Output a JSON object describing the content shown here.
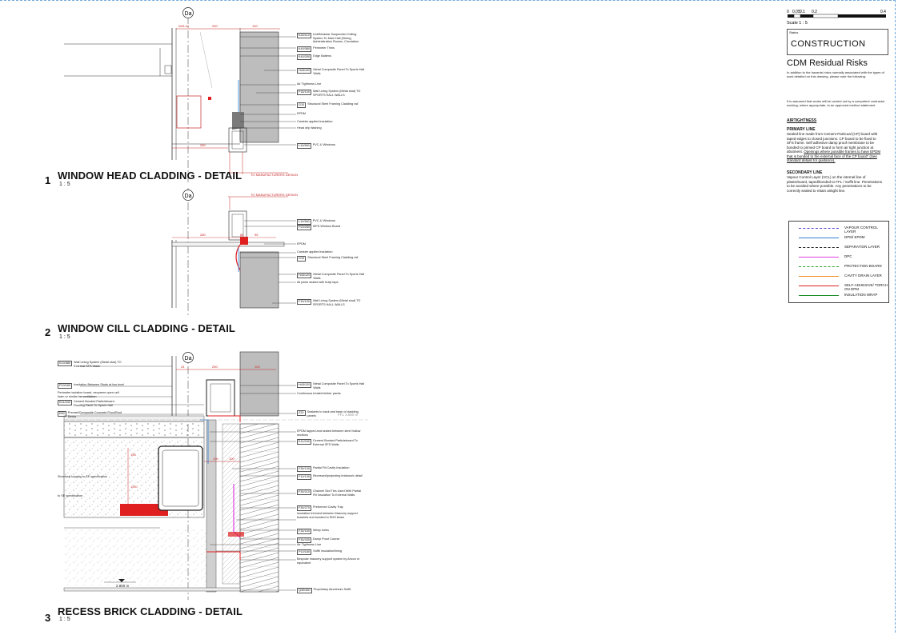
{
  "details": [
    {
      "number": "1",
      "title": "WINDOW HEAD CLADDING - DETAIL",
      "scale": "1 : 5"
    },
    {
      "number": "2",
      "title": "WINDOW CILL CLADDING - DETAIL",
      "scale": "1 : 5"
    },
    {
      "number": "3",
      "title": "RECESS BRICK CLADDING - DETAIL",
      "scale": "1 : 5"
    }
  ],
  "grid_bubble": "Da",
  "detail1": {
    "dims": {
      "top_left": "W/A 24",
      "top_mid": "250",
      "top_right": "100",
      "bottom": "280",
      "mfr": "TO MANUFACTURERS DESIGN"
    },
    "notes": [
      {
        "code": "K40/110",
        "text": "Unit/Modular Suspended Ceiling System To Main Hall (Dining, Administration Rooms, Circulation"
      },
      {
        "code": "K40/360",
        "text": "Perimeter Trims"
      },
      {
        "code": "K40/250",
        "text": "Edge Battens"
      },
      {
        "code": "H43/120",
        "text": "Metal Composite Panel To Sports Hall Walls"
      },
      {
        "code": "",
        "text": "Air Tightness Line"
      },
      {
        "code": "F15/100",
        "text": "Wall Lining System (Metal stud) TO SPORTS HALL WALLS"
      },
      {
        "code": "G10",
        "text": "Structural Steel Framing Cladding rail"
      },
      {
        "code": "",
        "text": "EPDM"
      },
      {
        "code": "",
        "text": "Canister applied insulation"
      },
      {
        "code": "",
        "text": "Head drip flashing"
      },
      {
        "code": "L10/360",
        "text": "PVC-U Windows"
      }
    ]
  },
  "detail2": {
    "dims": {
      "left": "280",
      "mid": "80",
      "right": "95",
      "mfr": "TO MANUFACTURERS DESIGN"
    },
    "notes": [
      {
        "code": "L10/360",
        "text": "PVC-U Windows"
      },
      {
        "code": "P20/250",
        "text": "MFD Window Board"
      },
      {
        "code": "",
        "text": "EPDM"
      },
      {
        "code": "",
        "text": "Canister applied insulation"
      },
      {
        "code": "G10",
        "text": "Structural Steel Framing Cladding rail"
      },
      {
        "code": "H43/120",
        "text": "Metal Composite Panel To Sports Hall Walls"
      },
      {
        "code": "",
        "text": "All joints sealed with butyl tape"
      },
      {
        "code": "F15/100",
        "text": "Wall Lining System (Metal stud) TO SPORTS HALL WALLS"
      }
    ]
  },
  "detail3": {
    "dims": {
      "top_left": "24",
      "top_mid": "250",
      "top_right": "100",
      "mid_a": "100",
      "mid_b": "100",
      "vert_a": "155",
      "vert_b": "1100"
    },
    "level_ffl": "FFL 3.650 m",
    "level_bottom": "2.850 m",
    "left_notes": [
      {
        "code": "K10/380",
        "text": "Wall Lining System (Metal stud) TO External SFS Walls"
      },
      {
        "code": "P10/160",
        "text": "Insulation Between Studs at low level"
      },
      {
        "code": "",
        "text": "Perimeter isolation board, neoprene open cell foam or similar for ventilation"
      },
      {
        "code": "K11/240",
        "text": "Cement Bonded Particleboard Flooring Panel To Sports Hall"
      },
      {
        "code": "E60",
        "text": "Precast/Composite Concrete Floor/Roof Decks"
      },
      {
        "code": "",
        "text": "Structural topping to SE specification"
      },
      {
        "code": "",
        "text": "to SE specification"
      }
    ],
    "notes": [
      {
        "code": "H43/120",
        "text": "Metal Composite Panel To Sports Hall Walls"
      },
      {
        "code": "",
        "text": "Continuous treated timber packs"
      },
      {
        "code": "Z20",
        "text": "Sealants to back and base of cladding panels"
      },
      {
        "code": "",
        "text": "EPDM lapped and sealed between steel hollow sections"
      },
      {
        "code": "K11/240",
        "text": "Cement Bonded Particleboard To External SFS Walls"
      },
      {
        "code": "F30/130",
        "text": "Partial Fill Cavity Insulation"
      },
      {
        "code": "F10/130",
        "text": "Recessed/projecting brickwork detail"
      },
      {
        "code": "F30/210",
        "text": "Channel Slot Ties Used With Partial Fill Insulation To External Walls"
      },
      {
        "code": "F30/270",
        "text": "Preformed Cavity Tray"
      },
      {
        "code": "",
        "text": "Insulation trimmed between Masonry support brackets and bonded to RHS beam"
      },
      {
        "code": "F30/150",
        "text": "Weep holes"
      },
      {
        "code": "F30/330",
        "text": "Damp Proof Course"
      },
      {
        "code": "",
        "text": "Air Tightness Line"
      },
      {
        "code": "P10/180",
        "text": "Soffit Insulation/lining"
      },
      {
        "code": "",
        "text": "Bespoke masonry support system by Ancon or equivalent"
      },
      {
        "code": "Q30/460",
        "text": "Proprietary Aluminium Soffit"
      }
    ]
  },
  "title_block": {
    "scale_ticks": [
      "0",
      "0.05",
      "0.1",
      "0.2",
      "0.4"
    ],
    "scale_text": "Scale 1 : 5",
    "status_label": "Status",
    "status_value": "CONSTRUCTION",
    "cdm_title": "CDM Residual Risks",
    "cdm_intro": "In addition to the hazards/ risks normally associated with the types of work detailed on this drawing, please note the following:",
    "cdm_assumed": "It is assumed that works will be carried out by a competent contractor working, where appropriate, to an approved method statement.",
    "airtight_head": "AIRTIGHTNESS",
    "primary_head": "PRIMARY LINE",
    "primary_text": "Sealed line made from Cement Particual (CP) board with taped edges to closed junctions. CP board to be fixed to SFS frame. Self adhesive damp proof membrane to be bonded to primed CP board to form air tight junction at abutment.",
    "primary_underlined": "Openings where possible frames to have EPDM that is bonded to the external face of the CP board\" (See standard details for guidance).",
    "secondary_head": "SECONDARY LINE",
    "secondary_text": "Vapour Control Layer (VCL) on the internal line of plasterboard, taped/bonded to FFL / Soffit line. Penetrations to be avoided where possible. Any penetrations to be correctly sealed to retain airtight line."
  },
  "legend": [
    {
      "label": "VAPOUR CONTROL LAYER",
      "color": "#5a3fd0",
      "style": "dashed"
    },
    {
      "label": "DPM/ EPDM",
      "color": "#2f7fd6",
      "style": "solid"
    },
    {
      "label": "SEPARATION LAYER",
      "color": "#222222",
      "style": "dashed"
    },
    {
      "label": "DPC",
      "color": "#e040e0",
      "style": "solid"
    },
    {
      "label": "PROTECTION BOARD",
      "color": "#2aa02a",
      "style": "dashed"
    },
    {
      "label": "CAVITY DRAIN LAYER",
      "color": "#f08a1c",
      "style": "solid"
    },
    {
      "label": "SELF-ADHESIVE/ TORCH ON DPM",
      "color": "#e02020",
      "style": "solid"
    },
    {
      "label": "INSULATION WRAP",
      "color": "#1e8f2a",
      "style": "solid"
    }
  ],
  "colors": {
    "red": "#e02020",
    "blue": "#2f7fd6",
    "magenta": "#e040e0",
    "grey": "#bdbdbd",
    "border": "#6fa8dc"
  }
}
